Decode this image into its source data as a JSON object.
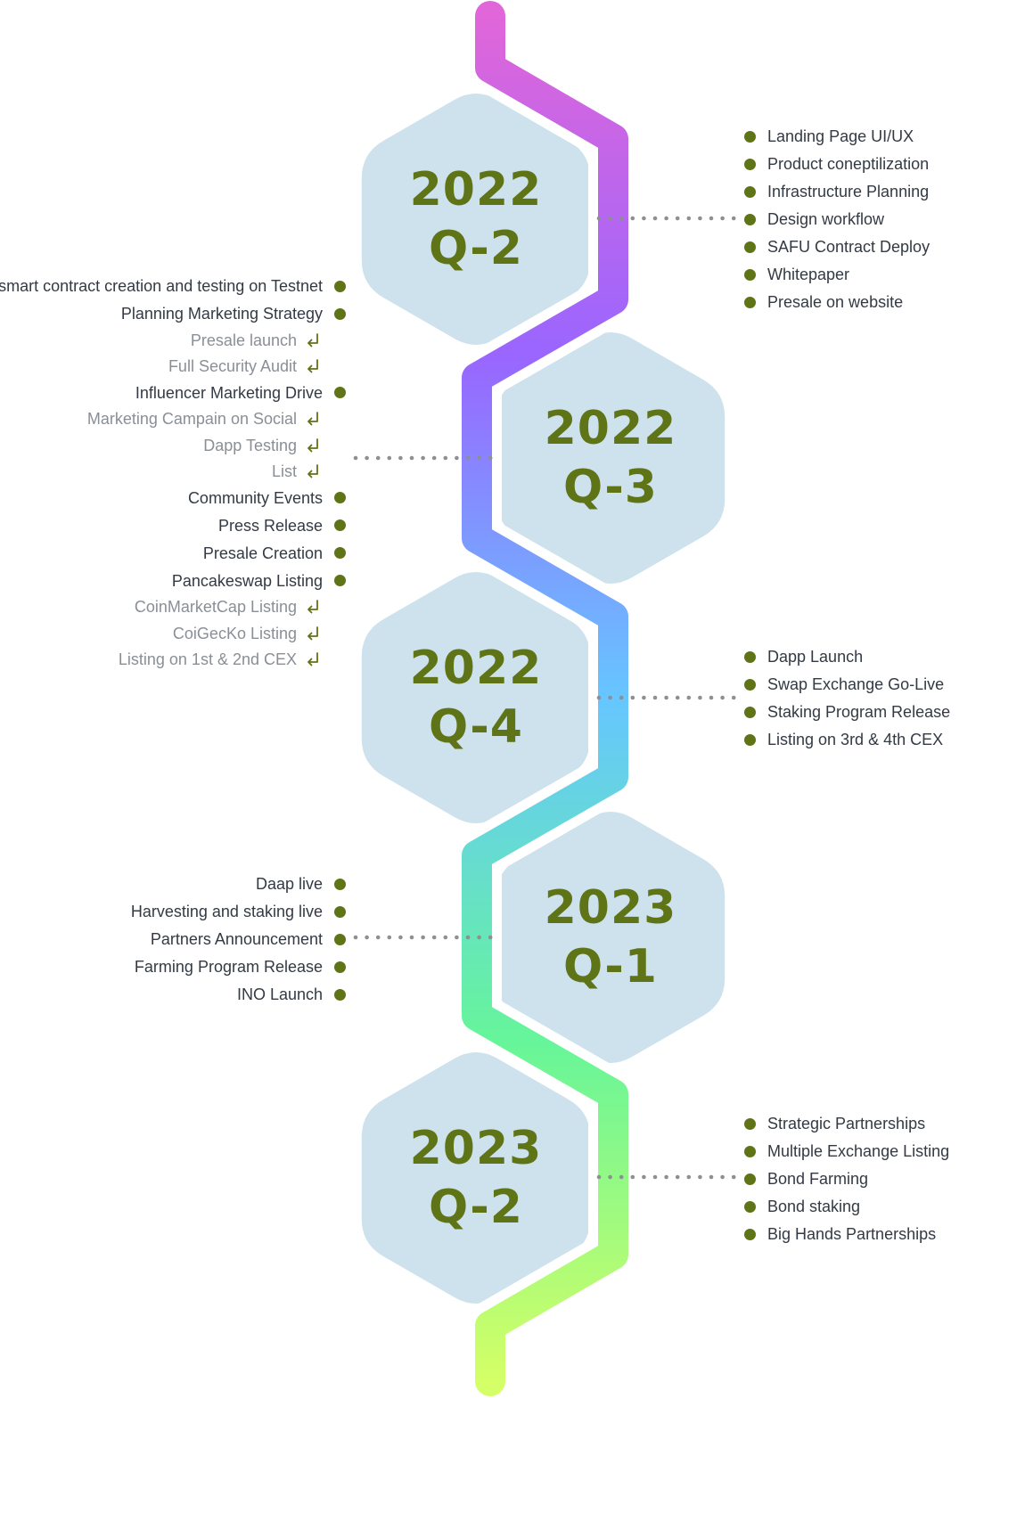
{
  "colors": {
    "accent": "#5e7416",
    "hex_fill": "#cde2ec",
    "dotted_line": "#8d8f92",
    "path_gradient": [
      "#e066d9",
      "#9966ff",
      "#66c6ff",
      "#66f59a",
      "#d4ff66"
    ]
  },
  "milestones": [
    {
      "year": "2022",
      "quarter": "Q-2",
      "side": "right",
      "items": [
        {
          "text": "Landing Page UI/UX",
          "type": "main"
        },
        {
          "text": "Product coneptilization",
          "type": "main"
        },
        {
          "text": "Infrastructure Planning",
          "type": "main"
        },
        {
          "text": "Design workflow",
          "type": "main"
        },
        {
          "text": "SAFU Contract Deploy",
          "type": "main"
        },
        {
          "text": "Whitepaper",
          "type": "main"
        },
        {
          "text": "Presale on website",
          "type": "main"
        }
      ]
    },
    {
      "year": "2022",
      "quarter": "Q-3",
      "side": "left",
      "items": [
        {
          "text": "smart contract creation and testing on Testnet",
          "type": "main"
        },
        {
          "text": "Planning Marketing Strategy",
          "type": "main"
        },
        {
          "text": "Presale launch",
          "type": "sub"
        },
        {
          "text": "Full Security Audit",
          "type": "sub"
        },
        {
          "text": "Influencer Marketing Drive",
          "type": "main"
        },
        {
          "text": "Marketing Campain on Social",
          "type": "sub"
        },
        {
          "text": "Dapp Testing",
          "type": "sub"
        },
        {
          "text": "List",
          "type": "sub"
        },
        {
          "text": "Community Events",
          "type": "main"
        },
        {
          "text": "Press Release",
          "type": "main"
        },
        {
          "text": "Presale Creation",
          "type": "main"
        },
        {
          "text": "Pancakeswap Listing",
          "type": "main"
        },
        {
          "text": "CoinMarketCap Listing",
          "type": "sub"
        },
        {
          "text": "CoiGecKo Listing",
          "type": "sub"
        },
        {
          "text": "Listing on 1st & 2nd CEX",
          "type": "sub"
        }
      ]
    },
    {
      "year": "2022",
      "quarter": "Q-4",
      "side": "right",
      "items": [
        {
          "text": "Dapp Launch",
          "type": "main"
        },
        {
          "text": "Swap Exchange Go-Live",
          "type": "main"
        },
        {
          "text": "Staking Program Release",
          "type": "main"
        },
        {
          "text": "Listing on 3rd & 4th CEX",
          "type": "main"
        }
      ]
    },
    {
      "year": "2023",
      "quarter": "Q-1",
      "side": "left",
      "items": [
        {
          "text": "Daap live",
          "type": "main"
        },
        {
          "text": "Harvesting and staking live",
          "type": "main"
        },
        {
          "text": "Partners Announcement",
          "type": "main"
        },
        {
          "text": "Farming Program Release",
          "type": "main"
        },
        {
          "text": "INO Launch",
          "type": "main"
        }
      ]
    },
    {
      "year": "2023",
      "quarter": "Q-2",
      "side": "right",
      "items": [
        {
          "text": "Strategic Partnerships",
          "type": "main"
        },
        {
          "text": "Multiple Exchange Listing",
          "type": "main"
        },
        {
          "text": "Bond Farming",
          "type": "main"
        },
        {
          "text": "Bond staking",
          "type": "main"
        },
        {
          "text": "Big Hands Partnerships",
          "type": "main"
        }
      ]
    }
  ]
}
